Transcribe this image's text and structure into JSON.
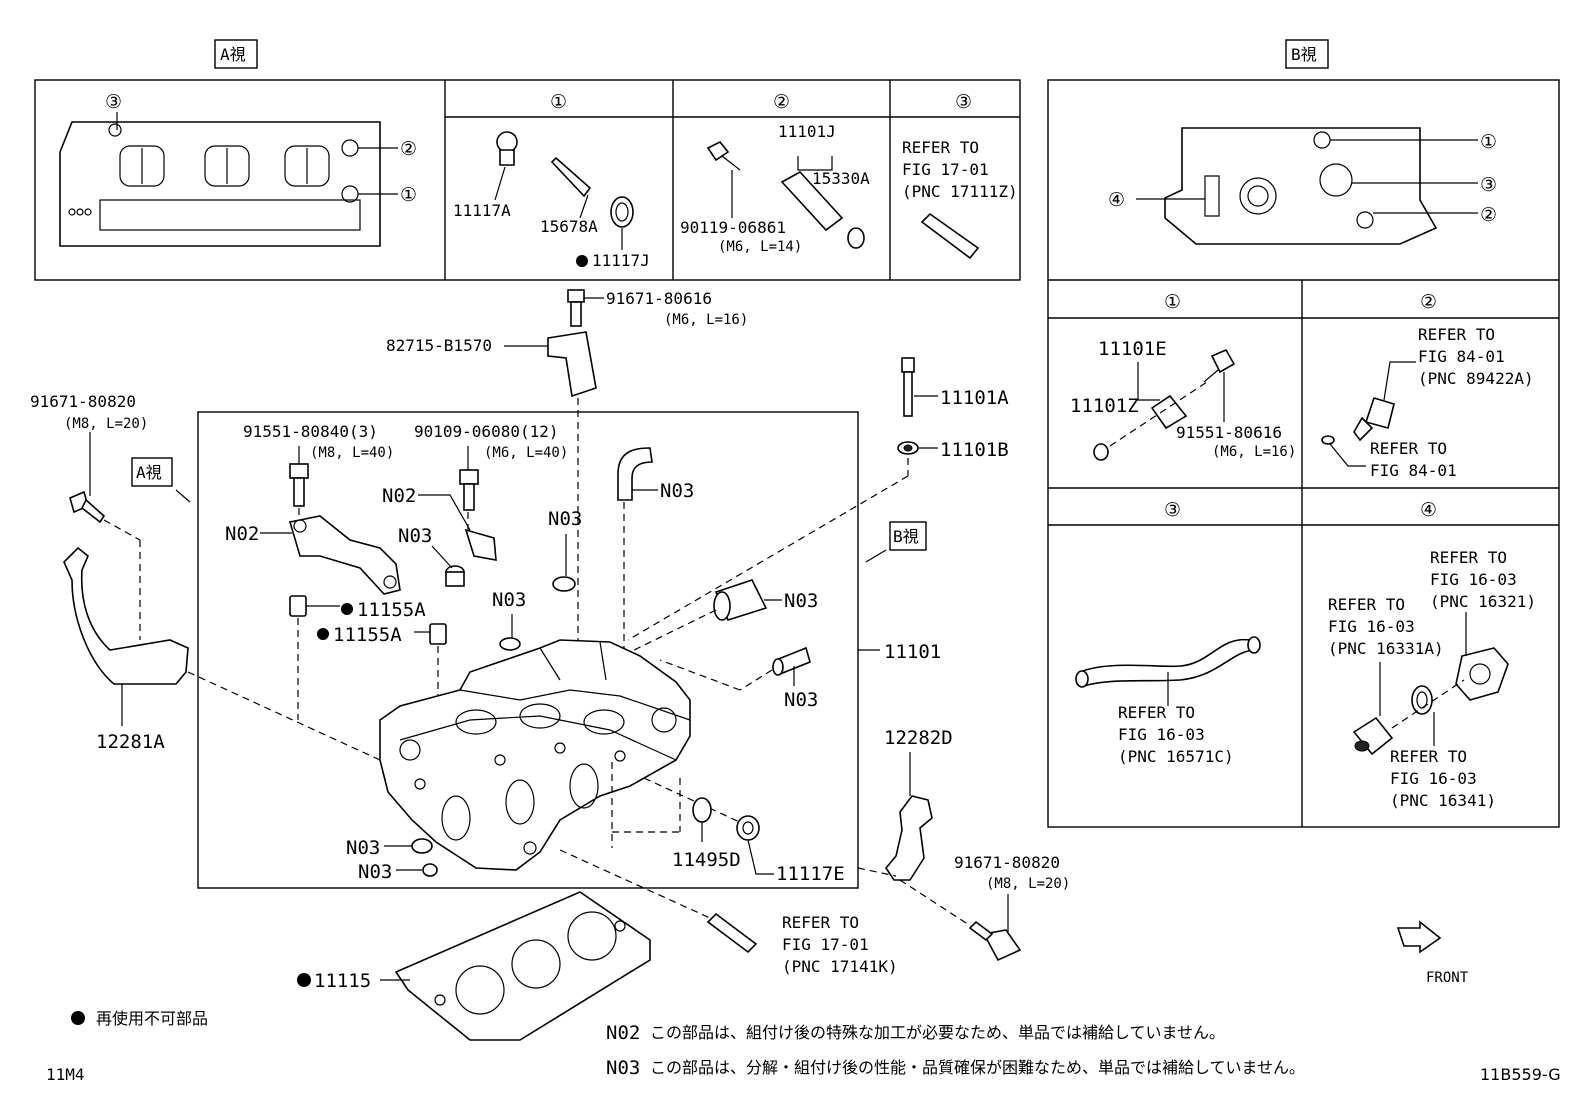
{
  "view_tags": {
    "a": "A視",
    "b": "B視"
  },
  "circled": {
    "c1": "①",
    "c2": "②",
    "c3": "③",
    "c4": "④"
  },
  "panelA": {
    "sub1": [
      "11117A",
      "15678A",
      "11117J"
    ],
    "sub2": [
      "11101J",
      "15330A",
      "90119-06861",
      "(M6, L=14)"
    ],
    "sub3": [
      "REFER TO",
      "FIG 17-01",
      "(PNC 17111Z)"
    ]
  },
  "panelB": {
    "sub1": [
      "11101E",
      "11101Z",
      "91551-80616",
      "(M6, L=16)"
    ],
    "sub2": [
      "REFER TO",
      "FIG 84-01",
      "(PNC 89422A)",
      "REFER TO",
      "FIG 84-01"
    ],
    "sub3": [
      "REFER TO",
      "FIG 16-03",
      "(PNC 16571C)"
    ],
    "sub4": [
      "REFER TO",
      "FIG 16-03",
      "(PNC 16321)",
      "REFER TO",
      "FIG 16-03",
      "(PNC 16331A)",
      "REFER TO",
      "FIG 16-03",
      "(PNC 16341)"
    ]
  },
  "main": {
    "bolt_top": "91671-80616",
    "bolt_top_spec": "(M6, L=16)",
    "bracket": "82715-B1570",
    "bolt_left": "91671-80820",
    "bolt_left_spec": "(M8, L=20)",
    "bolt_a": "91551-80840(3)",
    "bolt_a_spec": "(M8, L=40)",
    "bolt_b": "90109-06080(12)",
    "bolt_b_spec": "(M6, L=40)",
    "n02": "N02",
    "n03": "N03",
    "p11155A": "11155A",
    "p11101A": "11101A",
    "p11101B": "11101B",
    "p11101": "11101",
    "p12281A": "12281A",
    "p12282D": "12282D",
    "p11495D": "11495D",
    "p11117E": "11117E",
    "bolt_right": "91671-80820",
    "bolt_right_spec": "(M8, L=20)",
    "refer_stud": [
      "REFER TO",
      "FIG 17-01",
      "(PNC 17141K)"
    ],
    "p11115": "11115",
    "front": "FRONT"
  },
  "legend": {
    "non_reusable": "再使用不可部品",
    "n02_note": "この部品は、組付け後の特殊な加工が必要なため、単品では補給していません。",
    "n03_note": "この部品は、分解・組付け後の性能・品質確保が困難なため、単品では補給していません。",
    "code_left": "11M4",
    "code_right": "11B559-G"
  }
}
